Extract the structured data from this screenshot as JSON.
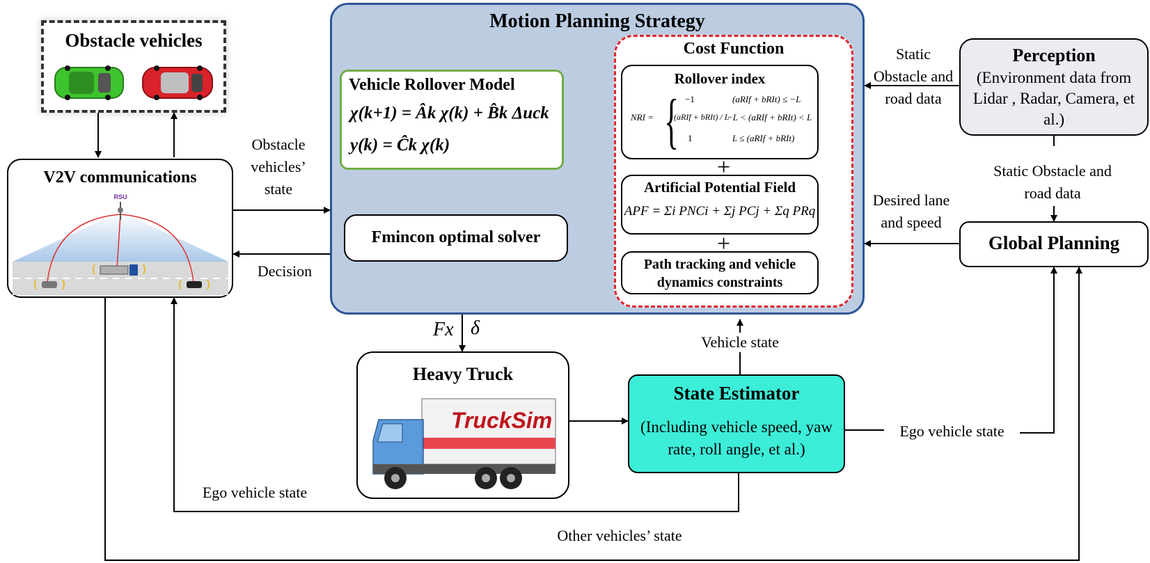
{
  "motion_planning": {
    "title": "Motion Planning Strategy",
    "rollover_model": {
      "title": "Vehicle Rollover Model",
      "eq1": "χ(k+1) = Âk χ(k) + B̂k Δuck",
      "eq2": "y(k) = Ĉk χ(k)"
    },
    "solver": "Fmincon optimal solver",
    "cost_function": {
      "title": "Cost Function",
      "rollover_index": {
        "title": "Rollover index",
        "lhs": "NRI =",
        "case1_val": "−1",
        "case1_cond": "(aRIf + bRIt) ≤ −L",
        "case2_val": "(aRIf + bRIt) / L",
        "case2_cond": "−L < (aRIf + bRIt) < L",
        "case3_val": "1",
        "case3_cond": "L ≤ (aRIf + bRIt)"
      },
      "plus": "+",
      "apf": {
        "title": "Artificial Potential Field",
        "eq": "APF = Σi PNCi + Σj PCj + Σq PRq"
      },
      "constraints": "Path tracking and vehicle dynamics constraints"
    }
  },
  "obstacle_vehicles": {
    "title": "Obstacle vehicles"
  },
  "v2v": {
    "title": "V2V communications",
    "rsu_label": "RSU"
  },
  "perception": {
    "title": "Perception",
    "desc": "(Environment data from Lidar , Radar, Camera, et al.)"
  },
  "global_planning": {
    "title": "Global Planning"
  },
  "heavy_truck": {
    "title": "Heavy Truck",
    "brand": "TruckSim"
  },
  "state_estimator": {
    "title": "State Estimator",
    "desc": "(Including vehicle speed, yaw rate, roll angle, et al.)"
  },
  "labels": {
    "obstacle_state": "Obstacle vehicles’ state",
    "decision": "Decision",
    "static_obstacle_1": "Static Obstacle and road data",
    "static_obstacle_2": "Static Obstacle and road data",
    "desired_lane": "Desired lane and speed",
    "fx": "Fx",
    "delta": "δ",
    "vehicle_state": "Vehicle state",
    "ego_state_right": "Ego vehicle state",
    "ego_state_bottom": "Ego vehicle state",
    "other_state": "Other vehicles’ state"
  },
  "colors": {
    "mps_fill": "#bccde2",
    "mps_border": "#2d5597",
    "rollover_border": "#70ad47",
    "cost_border": "#e0262a",
    "perception_fill": "#ecebf2",
    "estimator_fill": "#3ceed8"
  }
}
